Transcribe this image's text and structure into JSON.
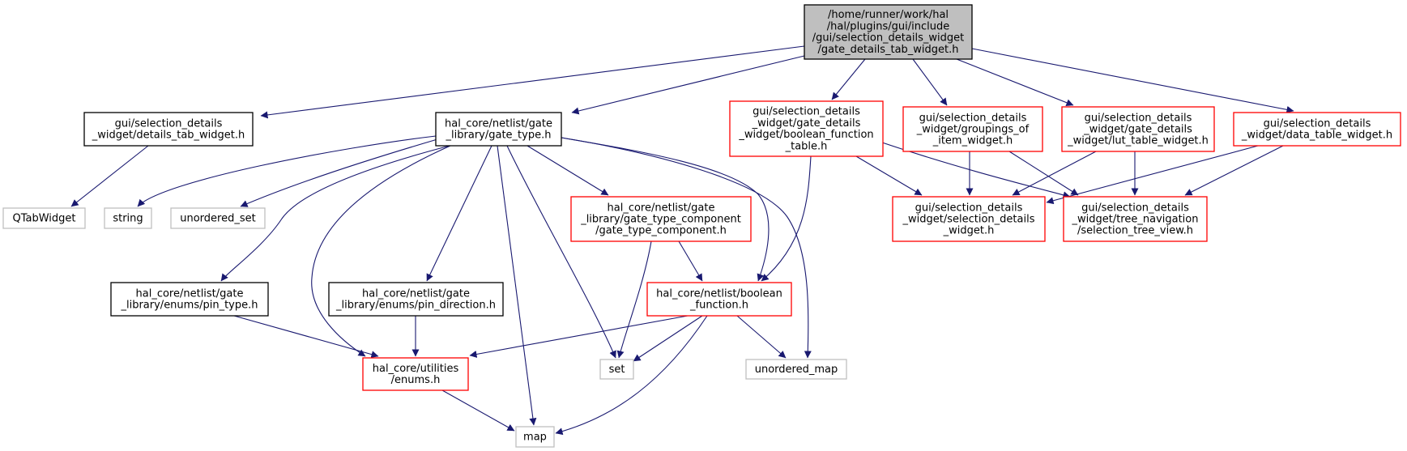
{
  "graph": {
    "colors": {
      "root_fill": "#bfbfbf",
      "root_border": "#000000",
      "black_border": "#000000",
      "red_border": "#ff0000",
      "grey_border": "#bfbfbf",
      "edge": "#191970",
      "background": "#ffffff"
    },
    "nodes": [
      {
        "id": "root",
        "style": "root",
        "lines": [
          "/home/runner/work/hal",
          "/hal/plugins/gui/include",
          "/gui/selection_details_widget",
          "/gate_details_tab_widget.h"
        ]
      },
      {
        "id": "details_tab",
        "style": "black",
        "lines": [
          "gui/selection_details",
          "_widget/details_tab_widget.h"
        ]
      },
      {
        "id": "gate_type",
        "style": "black",
        "lines": [
          "hal_core/netlist/gate",
          "_library/gate_type.h"
        ]
      },
      {
        "id": "bool_table",
        "style": "red",
        "lines": [
          "gui/selection_details",
          "_widget/gate_details",
          "_widget/boolean_function",
          "_table.h"
        ]
      },
      {
        "id": "groupings",
        "style": "red",
        "lines": [
          "gui/selection_details",
          "_widget/groupings_of",
          "_item_widget.h"
        ]
      },
      {
        "id": "lut_table",
        "style": "red",
        "lines": [
          "gui/selection_details",
          "_widget/gate_details",
          "_widget/lut_table_widget.h"
        ]
      },
      {
        "id": "data_table",
        "style": "red",
        "lines": [
          "gui/selection_details",
          "_widget/data_table_widget.h"
        ]
      },
      {
        "id": "qtab",
        "style": "grey",
        "lines": [
          "QTabWidget"
        ]
      },
      {
        "id": "string",
        "style": "grey",
        "lines": [
          "string"
        ]
      },
      {
        "id": "unordered_set",
        "style": "grey",
        "lines": [
          "unordered_set"
        ]
      },
      {
        "id": "gtc",
        "style": "red",
        "lines": [
          "hal_core/netlist/gate",
          "_library/gate_type_component",
          "/gate_type_component.h"
        ]
      },
      {
        "id": "sel_widget",
        "style": "red",
        "lines": [
          "gui/selection_details",
          "_widget/selection_details",
          "_widget.h"
        ]
      },
      {
        "id": "tree_view",
        "style": "red",
        "lines": [
          "gui/selection_details",
          "_widget/tree_navigation",
          "/selection_tree_view.h"
        ]
      },
      {
        "id": "pin_type",
        "style": "black",
        "lines": [
          "hal_core/netlist/gate",
          "_library/enums/pin_type.h"
        ]
      },
      {
        "id": "pin_dir",
        "style": "black",
        "lines": [
          "hal_core/netlist/gate",
          "_library/enums/pin_direction.h"
        ]
      },
      {
        "id": "bool_func",
        "style": "red",
        "lines": [
          "hal_core/netlist/boolean",
          "_function.h"
        ]
      },
      {
        "id": "enums",
        "style": "red",
        "lines": [
          "hal_core/utilities",
          "/enums.h"
        ]
      },
      {
        "id": "set",
        "style": "grey",
        "lines": [
          "set"
        ]
      },
      {
        "id": "unordered_map",
        "style": "grey",
        "lines": [
          "unordered_map"
        ]
      },
      {
        "id": "map",
        "style": "grey",
        "lines": [
          "map"
        ]
      }
    ],
    "edges": [
      [
        "root",
        "details_tab"
      ],
      [
        "root",
        "gate_type"
      ],
      [
        "root",
        "bool_table"
      ],
      [
        "root",
        "groupings"
      ],
      [
        "root",
        "lut_table"
      ],
      [
        "root",
        "data_table"
      ],
      [
        "details_tab",
        "qtab"
      ],
      [
        "gate_type",
        "string"
      ],
      [
        "gate_type",
        "unordered_set"
      ],
      [
        "gate_type",
        "pin_type"
      ],
      [
        "gate_type",
        "enums"
      ],
      [
        "gate_type",
        "pin_dir"
      ],
      [
        "gate_type",
        "map"
      ],
      [
        "gate_type",
        "set"
      ],
      [
        "gate_type",
        "gtc"
      ],
      [
        "gate_type",
        "bool_func"
      ],
      [
        "gate_type",
        "unordered_map"
      ],
      [
        "bool_table",
        "bool_func"
      ],
      [
        "bool_table",
        "sel_widget"
      ],
      [
        "bool_table",
        "tree_view"
      ],
      [
        "groupings",
        "sel_widget"
      ],
      [
        "groupings",
        "tree_view"
      ],
      [
        "lut_table",
        "sel_widget"
      ],
      [
        "lut_table",
        "tree_view"
      ],
      [
        "data_table",
        "sel_widget"
      ],
      [
        "data_table",
        "tree_view"
      ],
      [
        "gtc",
        "set"
      ],
      [
        "gtc",
        "bool_func"
      ],
      [
        "pin_type",
        "enums"
      ],
      [
        "pin_dir",
        "enums"
      ],
      [
        "bool_func",
        "enums"
      ],
      [
        "bool_func",
        "set"
      ],
      [
        "bool_func",
        "map"
      ],
      [
        "bool_func",
        "unordered_map"
      ],
      [
        "enums",
        "map"
      ]
    ]
  }
}
